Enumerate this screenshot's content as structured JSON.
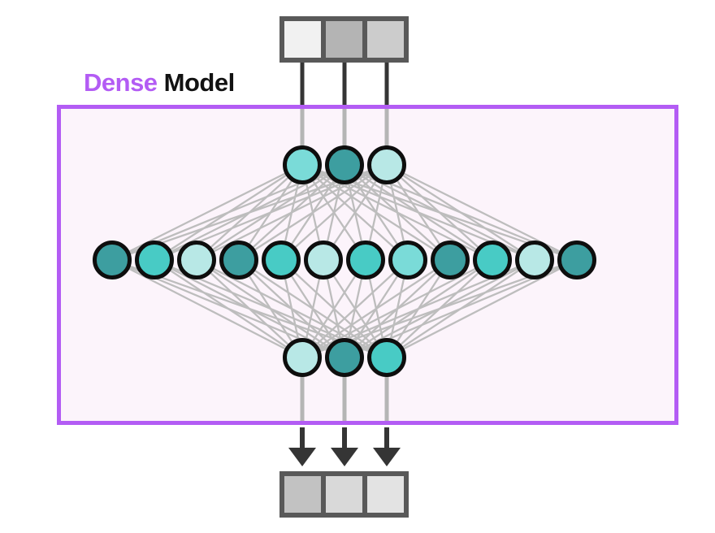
{
  "title": {
    "highlight": "Dense",
    "rest": "Model"
  },
  "colors": {
    "accent_purple": "#B35CF4",
    "model_fill": "#FCF4FB",
    "title_rest_color": "#121212",
    "vector_border": "#595959",
    "connection_gray": "#BDBDBD",
    "stub_gray": "#B5B5B5",
    "io_dark": "#353535",
    "node_stroke": "#0E0E0E",
    "node_palette": {
      "dark": "#3D9EA0",
      "teal": "#48CBC5",
      "turquoise": "#7ADBD8",
      "light": "#B8E8E6"
    }
  },
  "input_vector": {
    "cells": [
      "#F1F1F1",
      "#B4B4B4",
      "#CCCCCC"
    ]
  },
  "output_vector": {
    "cells": [
      "#C2C2C2",
      "#D9D9D9",
      "#E3E3E3"
    ]
  },
  "network": {
    "connectivity": "fully-connected",
    "layers": [
      {
        "id": "top",
        "nodes": [
          "turquoise",
          "dark",
          "light"
        ]
      },
      {
        "id": "middle",
        "nodes": [
          "dark",
          "teal",
          "light",
          "dark",
          "teal",
          "light",
          "teal",
          "turquoise",
          "dark",
          "teal",
          "light",
          "dark"
        ]
      },
      {
        "id": "bottom",
        "nodes": [
          "light",
          "dark",
          "teal"
        ]
      }
    ]
  }
}
